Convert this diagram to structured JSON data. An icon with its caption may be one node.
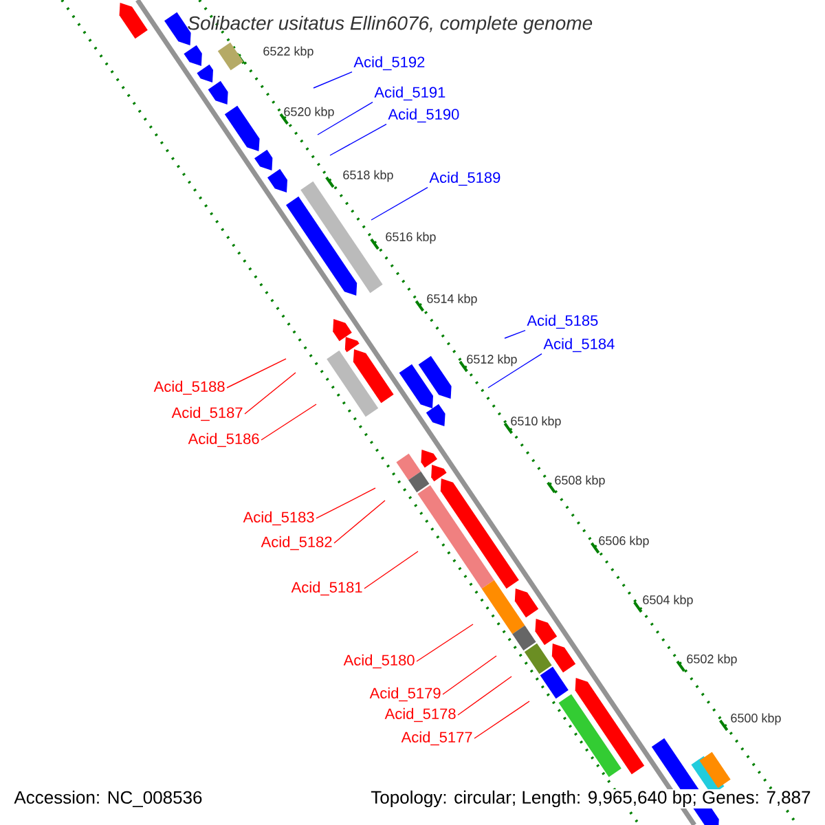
{
  "diagram": {
    "title": "Solibacter usitatus Ellin6076, complete genome",
    "nodes": [
      {
        "text": [
          "Acid_5192"
        ]
      },
      {
        "text": [
          "Acid_5191"
        ]
      },
      {
        "text": [
          "Acid_5190"
        ]
      },
      {
        "text": [
          "Acid_5189"
        ]
      },
      {
        "text": [
          "Acid_5185"
        ]
      },
      {
        "text": [
          "Acid_5184"
        ]
      },
      {
        "text": [
          "Acid_5188"
        ]
      },
      {
        "text": [
          "Acid_5187"
        ]
      },
      {
        "text": [
          "Acid_5186"
        ]
      },
      {
        "text": [
          "Acid_5183"
        ]
      },
      {
        "text": [
          "Acid_5182"
        ]
      },
      {
        "text": [
          "Acid_5181"
        ]
      },
      {
        "text": [
          "Acid_5180"
        ]
      },
      {
        "text": [
          "Acid_5179"
        ]
      },
      {
        "text": [
          "Acid_5178"
        ]
      },
      {
        "text": [
          "Acid_5177"
        ]
      }
    ],
    "edges": [
      {
        "from": 0,
        "to": null,
        "arrow": "none",
        "color": "#0000ff"
      },
      {
        "from": 1,
        "to": null,
        "arrow": "none",
        "color": "#0000ff"
      },
      {
        "from": 2,
        "to": null,
        "arrow": "none",
        "color": "#0000ff"
      },
      {
        "from": 3,
        "to": null,
        "arrow": "none",
        "color": "#0000ff"
      },
      {
        "from": 4,
        "to": null,
        "arrow": "none",
        "color": "#0000ff"
      },
      {
        "from": 5,
        "to": null,
        "arrow": "none",
        "color": "#0000ff"
      },
      {
        "from": 6,
        "to": null,
        "arrow": "none"
      },
      {
        "from": 7,
        "to": null,
        "arrow": "none"
      },
      {
        "from": 8,
        "to": null,
        "arrow": "none"
      },
      {
        "from": 9,
        "to": null,
        "arrow": "none"
      },
      {
        "from": 10,
        "to": null,
        "arrow": "none"
      },
      {
        "from": 11,
        "to": null,
        "arrow": "none"
      },
      {
        "from": 12,
        "to": null,
        "arrow": "none"
      },
      {
        "from": 13,
        "to": null,
        "arrow": "none"
      },
      {
        "from": 14,
        "to": null,
        "arrow": "none"
      },
      {
        "from": 15,
        "to": null,
        "arrow": "none"
      }
    ],
    "labels": [
      "6522 kbp",
      "6520 kbp",
      "6518 kbp",
      "6516 kbp",
      "6514 kbp",
      "6512 kbp",
      "6510 kbp",
      "6508 kbp",
      "6506 kbp",
      "6504 kbp",
      "6502 kbp",
      "6500 kbp",
      "Accession: NC_008536",
      "Topology: circular; Length: 9,965,640 bp; Genes: 7,887"
    ]
  }
}
